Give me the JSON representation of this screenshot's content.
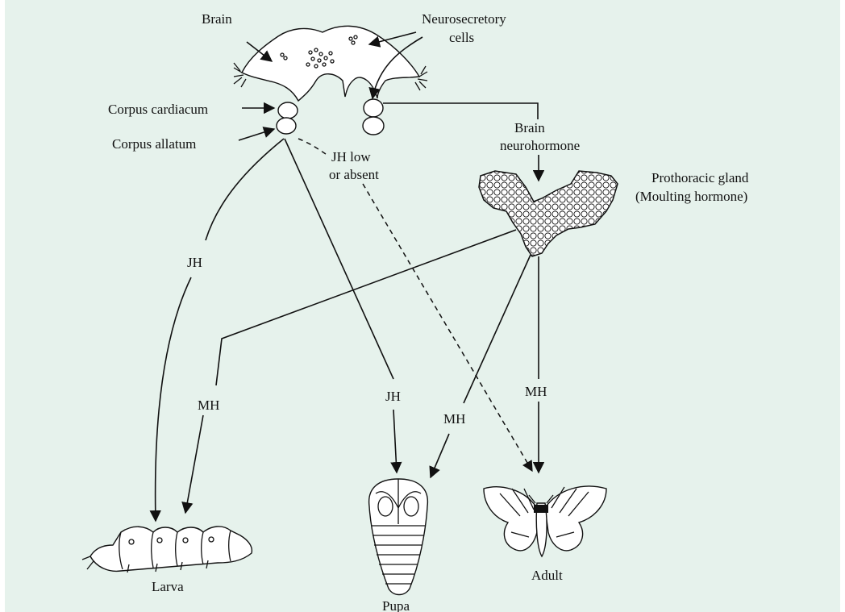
{
  "colors": {
    "background": "#e6f2ec",
    "ink": "#111111"
  },
  "labels": {
    "brain": "Brain",
    "neurosecretory_1": "Neurosecretory",
    "neurosecretory_2": "cells",
    "corpus_cardiacum": "Corpus cardiacum",
    "corpus_allatum": "Corpus allatum",
    "brain_neurohormone_1": "Brain",
    "brain_neurohormone_2": "neurohormone",
    "jh_low_1": "JH low",
    "jh_low_2": "or absent",
    "prothoracic_1": "Prothoracic gland",
    "prothoracic_2": "(Moulting hormone)",
    "jh_left": "JH",
    "mh_left": "MH",
    "jh_mid": "JH",
    "mh_mid": "MH",
    "mh_right": "MH",
    "larva": "Larva",
    "pupa": "Pupa",
    "adult": "Adult"
  },
  "icons": [
    "brain-icon",
    "prothoracic-gland-icon",
    "larva-icon",
    "pupa-icon",
    "moth-icon"
  ]
}
